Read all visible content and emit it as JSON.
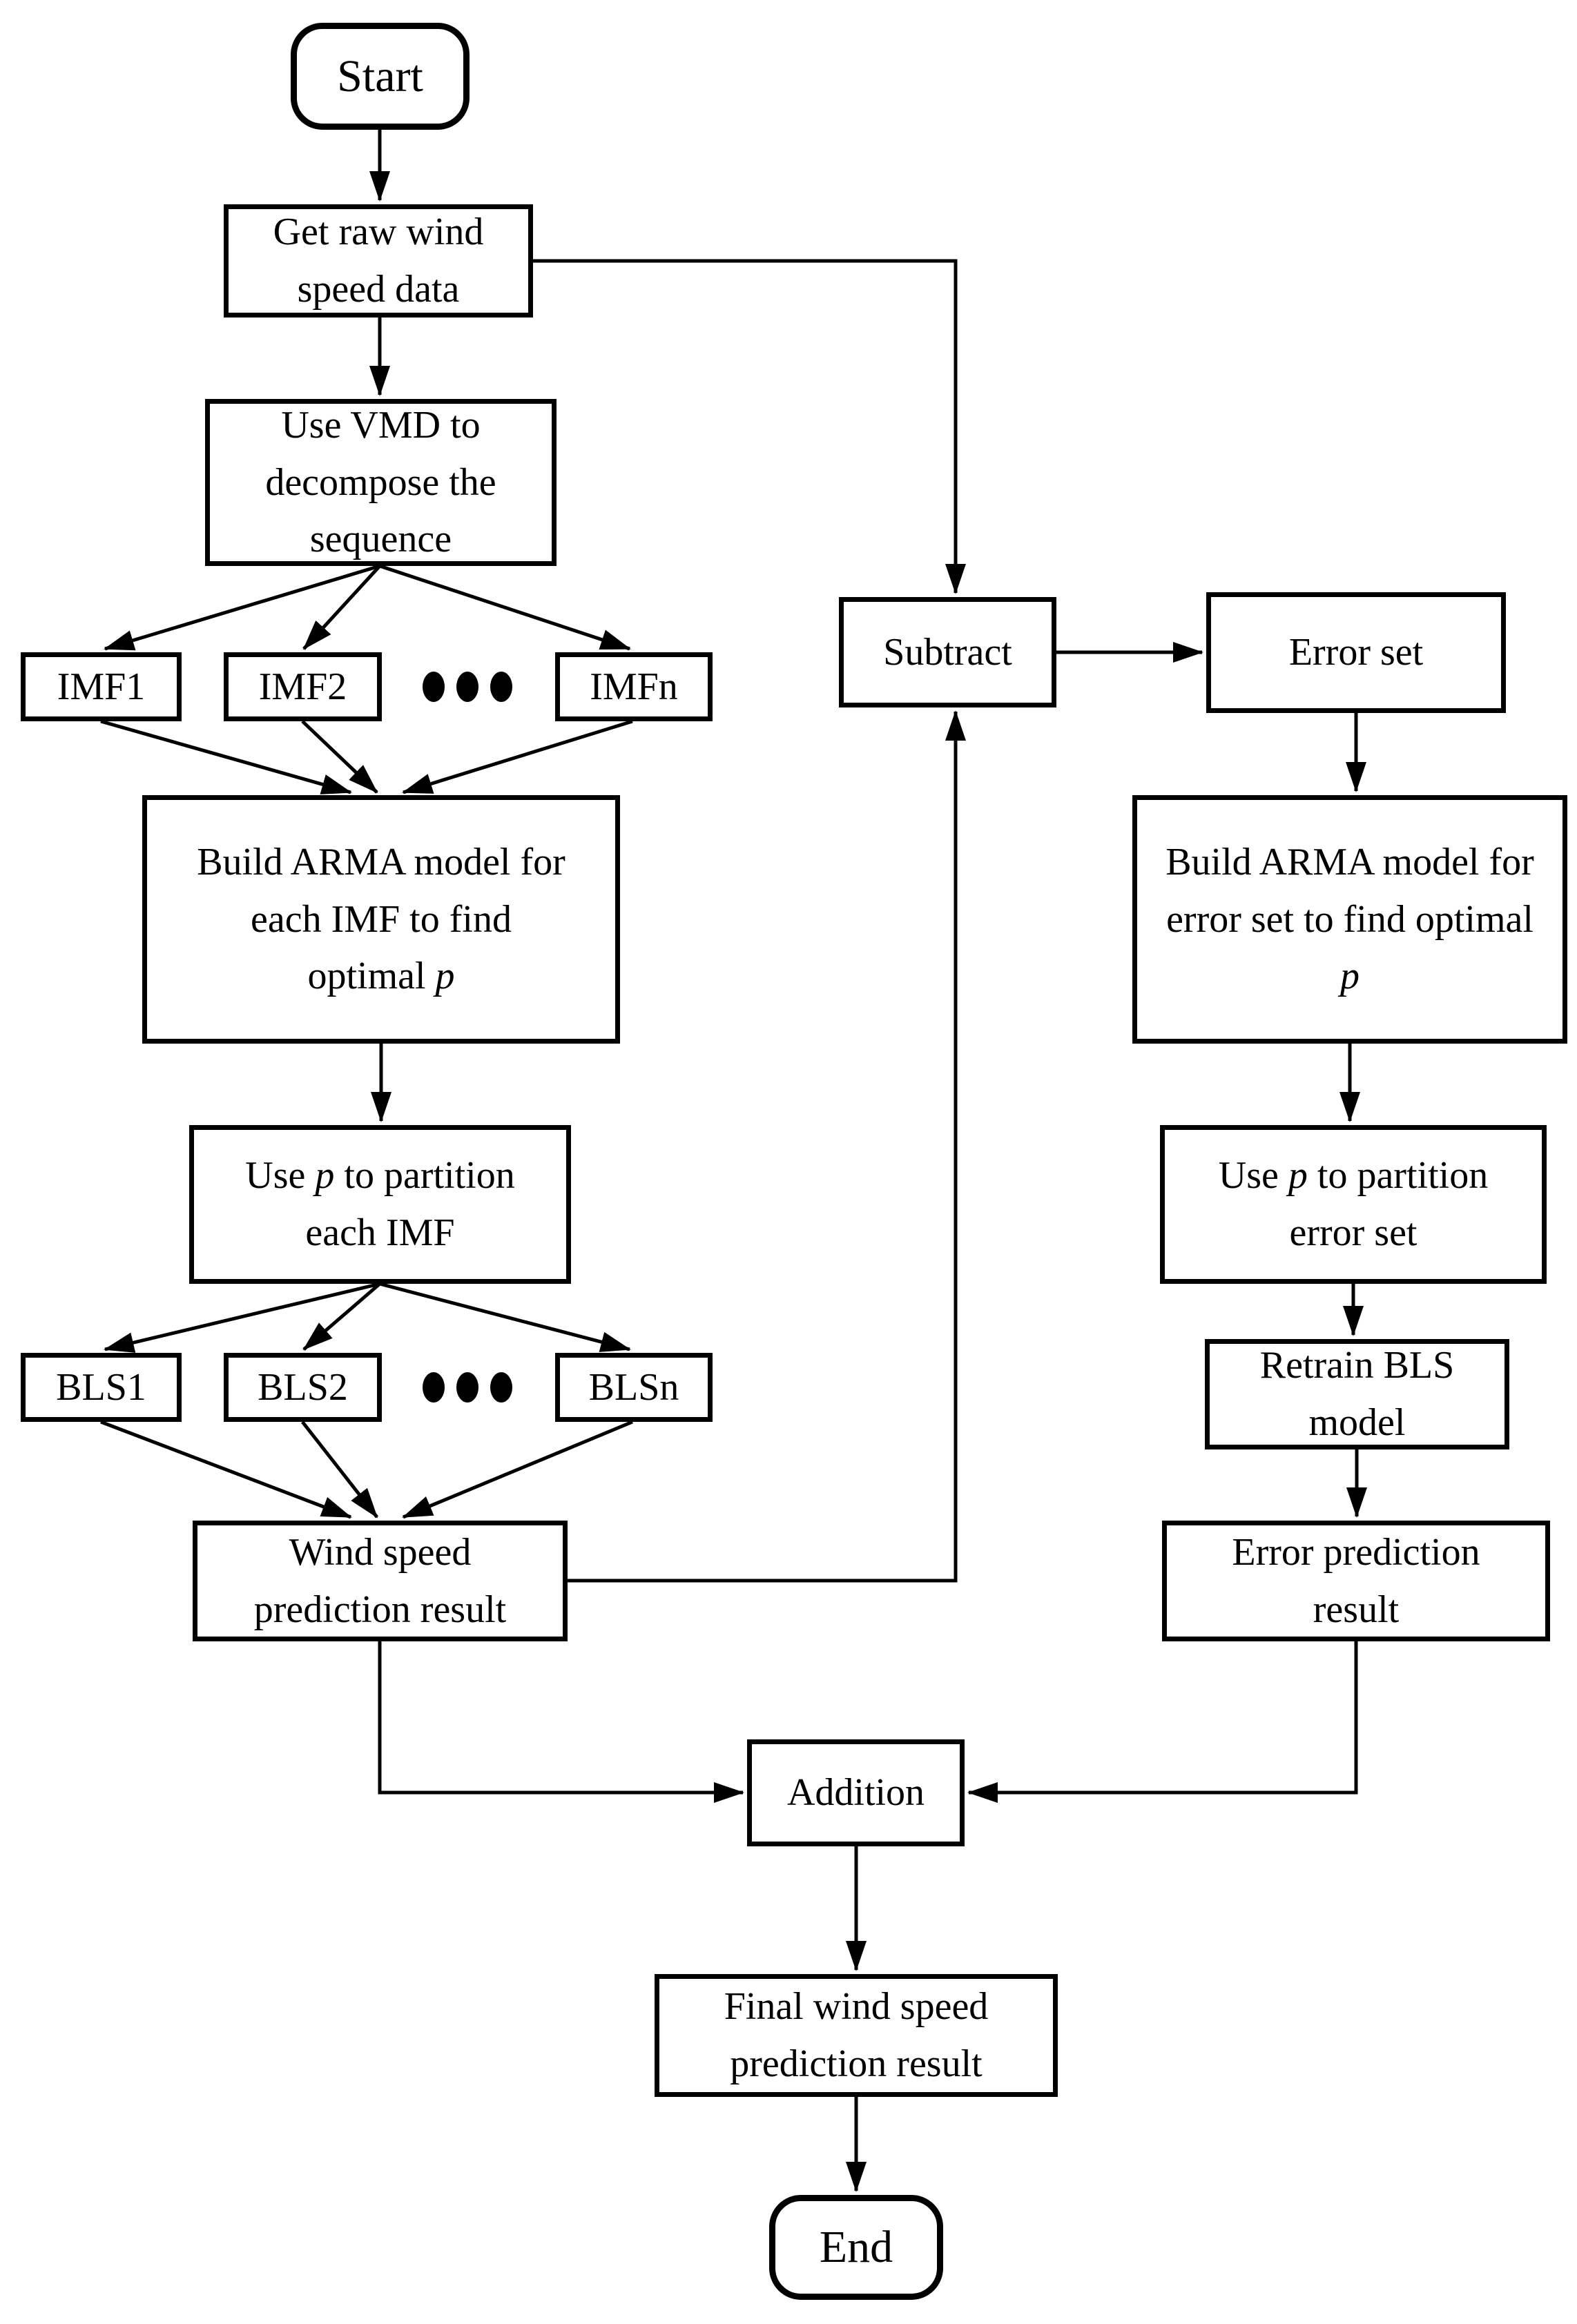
{
  "figure": {
    "type": "flowchart",
    "background_color": "#ffffff",
    "ink_color": "#000000",
    "description": "Flowchart of hybrid wind speed prediction: VMD decomposition, ARMA order selection, BLS sub-models, and error-correction branch"
  },
  "nodes": {
    "start": {
      "kind": "terminal",
      "lines": [
        [
          {
            "t": "Start"
          }
        ]
      ]
    },
    "get_raw_data": {
      "kind": "process",
      "lines": [
        [
          {
            "t": "Get raw wind"
          }
        ],
        [
          {
            "t": "speed data"
          }
        ]
      ]
    },
    "vmd_decompose": {
      "kind": "process",
      "lines": [
        [
          {
            "t": "Use VMD to"
          }
        ],
        [
          {
            "t": "decompose the"
          }
        ],
        [
          {
            "t": "sequence"
          }
        ]
      ]
    },
    "imf1": {
      "kind": "process",
      "lines": [
        [
          {
            "t": "IMF1"
          }
        ]
      ]
    },
    "imf2": {
      "kind": "process",
      "lines": [
        [
          {
            "t": "IMF2"
          }
        ]
      ]
    },
    "imfn": {
      "kind": "process",
      "lines": [
        [
          {
            "t": "IMFn"
          }
        ]
      ]
    },
    "build_arma_imf": {
      "kind": "process",
      "lines": [
        [
          {
            "t": "Build ARMA model for"
          }
        ],
        [
          {
            "t": "each IMF to find"
          }
        ],
        [
          {
            "t": "optimal "
          },
          {
            "t": "p",
            "i": true
          }
        ]
      ]
    },
    "partition_imf": {
      "kind": "process",
      "lines": [
        [
          {
            "t": "Use "
          },
          {
            "t": "p",
            "i": true
          },
          {
            "t": " to partition"
          }
        ],
        [
          {
            "t": "each IMF"
          }
        ]
      ]
    },
    "bls1": {
      "kind": "process",
      "lines": [
        [
          {
            "t": "BLS1"
          }
        ]
      ]
    },
    "bls2": {
      "kind": "process",
      "lines": [
        [
          {
            "t": "BLS2"
          }
        ]
      ]
    },
    "blsn": {
      "kind": "process",
      "lines": [
        [
          {
            "t": "BLSn"
          }
        ]
      ]
    },
    "wind_prediction": {
      "kind": "process",
      "lines": [
        [
          {
            "t": "Wind speed"
          }
        ],
        [
          {
            "t": "prediction result"
          }
        ]
      ]
    },
    "subtract": {
      "kind": "process",
      "lines": [
        [
          {
            "t": "Subtract"
          }
        ]
      ]
    },
    "error_set": {
      "kind": "process",
      "lines": [
        [
          {
            "t": "Error set"
          }
        ]
      ]
    },
    "build_arma_error": {
      "kind": "process",
      "lines": [
        [
          {
            "t": "Build ARMA model for"
          }
        ],
        [
          {
            "t": "error set to find optimal"
          }
        ],
        [
          {
            "t": "p",
            "i": true
          }
        ]
      ]
    },
    "partition_error": {
      "kind": "process",
      "lines": [
        [
          {
            "t": "Use "
          },
          {
            "t": "p",
            "i": true
          },
          {
            "t": " to partition"
          }
        ],
        [
          {
            "t": "error set"
          }
        ]
      ]
    },
    "retrain_bls": {
      "kind": "process",
      "lines": [
        [
          {
            "t": "Retrain BLS"
          }
        ],
        [
          {
            "t": "model"
          }
        ]
      ]
    },
    "error_prediction": {
      "kind": "process",
      "lines": [
        [
          {
            "t": "Error prediction"
          }
        ],
        [
          {
            "t": "result"
          }
        ]
      ]
    },
    "addition": {
      "kind": "process",
      "lines": [
        [
          {
            "t": "Addition"
          }
        ]
      ]
    },
    "final_result": {
      "kind": "process",
      "lines": [
        [
          {
            "t": "Final wind speed"
          }
        ],
        [
          {
            "t": "prediction result"
          }
        ]
      ]
    },
    "end": {
      "kind": "terminal",
      "lines": [
        [
          {
            "t": "End"
          }
        ]
      ]
    }
  },
  "ellipsis": {
    "dot_count": 3,
    "imf_row": "dots between IMF2 and IMFn",
    "bls_row": "dots between BLS2 and BLSn"
  },
  "edges": [
    {
      "from": "start",
      "to": "get_raw_data"
    },
    {
      "from": "get_raw_data",
      "to": "vmd_decompose"
    },
    {
      "from": "get_raw_data",
      "to": "subtract"
    },
    {
      "from": "vmd_decompose",
      "to": "imf1"
    },
    {
      "from": "vmd_decompose",
      "to": "imf2"
    },
    {
      "from": "vmd_decompose",
      "to": "imfn"
    },
    {
      "from": "imf1",
      "to": "build_arma_imf"
    },
    {
      "from": "imf2",
      "to": "build_arma_imf"
    },
    {
      "from": "imfn",
      "to": "build_arma_imf"
    },
    {
      "from": "build_arma_imf",
      "to": "partition_imf"
    },
    {
      "from": "partition_imf",
      "to": "bls1"
    },
    {
      "from": "partition_imf",
      "to": "bls2"
    },
    {
      "from": "partition_imf",
      "to": "blsn"
    },
    {
      "from": "bls1",
      "to": "wind_prediction"
    },
    {
      "from": "bls2",
      "to": "wind_prediction"
    },
    {
      "from": "blsn",
      "to": "wind_prediction"
    },
    {
      "from": "wind_prediction",
      "to": "subtract"
    },
    {
      "from": "subtract",
      "to": "error_set"
    },
    {
      "from": "error_set",
      "to": "build_arma_error"
    },
    {
      "from": "build_arma_error",
      "to": "partition_error"
    },
    {
      "from": "partition_error",
      "to": "retrain_bls"
    },
    {
      "from": "retrain_bls",
      "to": "error_prediction"
    },
    {
      "from": "error_prediction",
      "to": "addition"
    },
    {
      "from": "wind_prediction",
      "to": "addition"
    },
    {
      "from": "addition",
      "to": "final_result"
    },
    {
      "from": "final_result",
      "to": "end"
    }
  ]
}
